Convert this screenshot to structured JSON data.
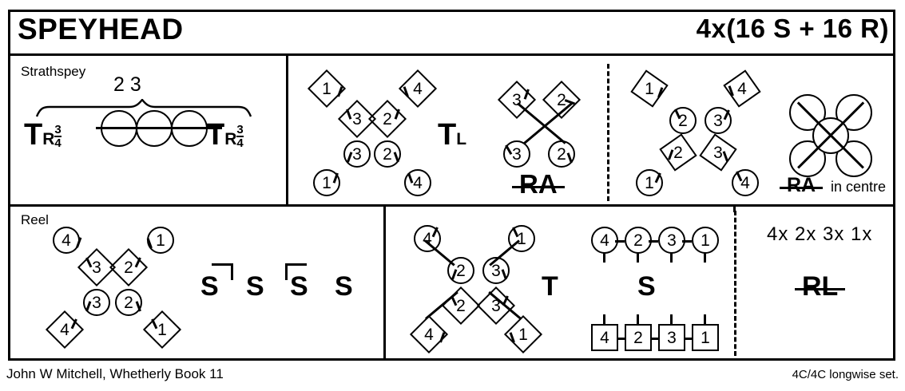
{
  "header": {
    "title": "SPEYHEAD",
    "meter": "4x(16 S + 16 R)"
  },
  "footer": {
    "left": "John W Mitchell, Whetherly Book 11",
    "right": "4C/4C longwise set."
  },
  "panels": {
    "strathspey": {
      "tempo_label": "Strathspey",
      "bracket_label": "2 3",
      "turn_left": {
        "letter": "T",
        "sub": "R",
        "frac_num": "3",
        "frac_den": "4"
      },
      "turn_right": {
        "letter": "T",
        "sub": "R",
        "frac_num": "3",
        "frac_den": "4"
      },
      "reel_symbol": "reel-of-three"
    },
    "bars_5_8": {
      "figure_label": "T",
      "figure_sub": "L",
      "diagonal_label": "RA",
      "diagonal_struck": true,
      "men_top": [
        "1",
        "4"
      ],
      "men_inner": [
        "3",
        "2"
      ],
      "women_inner": [
        "3",
        "2"
      ],
      "women_bottom": [
        "1",
        "4"
      ],
      "cross_men": [
        "3",
        "2"
      ],
      "cross_women": [
        "3",
        "2"
      ]
    },
    "bars_9_16": {
      "men_outer": [
        "1",
        "4"
      ],
      "women_inner": [
        "2",
        "3"
      ],
      "men_inner": [
        "2",
        "3"
      ],
      "women_outer": [
        "1",
        "4"
      ],
      "figure_label": "RA",
      "figure_struck": true,
      "figure_note": "in centre",
      "allemande_symbol": "four-circle-allemande"
    },
    "reel": {
      "tempo_label": "Reel",
      "women_top": [
        "4",
        "1"
      ],
      "men_inner_top": [
        "3",
        "2"
      ],
      "women_inner_bottom": [
        "3",
        "2"
      ],
      "men_bottom": [
        "4",
        "1"
      ],
      "set_labels": [
        "S",
        "S",
        "S",
        "S"
      ]
    },
    "reel_bars_9_16": {
      "women_outer": [
        "4",
        "1"
      ],
      "women_inner": [
        "2",
        "3"
      ],
      "men_inner": [
        "2",
        "3"
      ],
      "men_outer": [
        "4",
        "1"
      ],
      "turn_label": "T",
      "set_label": "S",
      "women_line": [
        "4",
        "2",
        "3",
        "1"
      ],
      "men_line": [
        "4",
        "2",
        "3",
        "1"
      ]
    },
    "final": {
      "order": "4x 2x   3x 1x",
      "figure_label": "RL",
      "figure_struck": true
    }
  }
}
